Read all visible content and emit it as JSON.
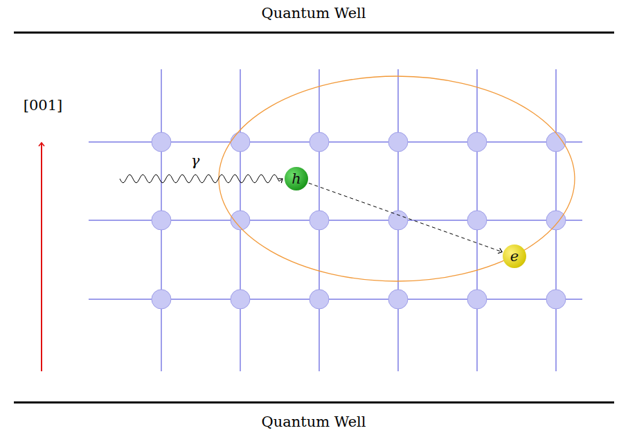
{
  "diagram": {
    "nodes": [
      {
        "text": [
          "h"
        ]
      },
      {
        "text": [
          "e"
        ]
      }
    ],
    "edges": [
      {
        "from": 0,
        "to": 1,
        "arrow": "to"
      }
    ],
    "labels": [
      "Quantum Well",
      "[001]",
      "γ",
      "Quantum Well"
    ]
  }
}
